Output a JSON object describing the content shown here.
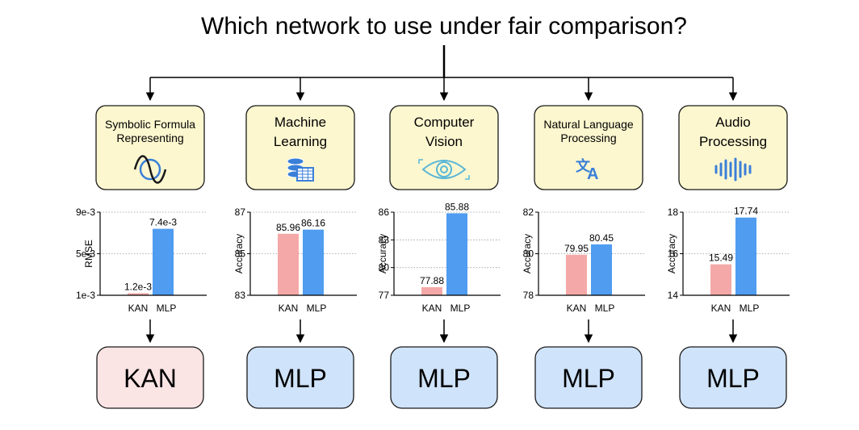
{
  "title": "Which network to use under fair comparison?",
  "colors": {
    "card_fill": "#fdf7cf",
    "kan_bar": "#f4a9a8",
    "mlp_bar": "#4f9cf0",
    "kan_result": "#fbe4e4",
    "mlp_result": "#cfe3fa",
    "icon_blue": "#3a7fd8"
  },
  "panels": [
    {
      "category_lines": [
        "Symbolic Formula",
        "Representing"
      ],
      "icon": "sine-wave-icon",
      "result": "KAN",
      "result_kind": "kan"
    },
    {
      "category_lines": [
        "Machine",
        "Learning"
      ],
      "icon": "database-table-icon",
      "result": "MLP",
      "result_kind": "mlp"
    },
    {
      "category_lines": [
        "Computer",
        "Vision"
      ],
      "icon": "eye-icon",
      "result": "MLP",
      "result_kind": "mlp"
    },
    {
      "category_lines": [
        "Natural Language",
        "Processing"
      ],
      "icon": "translate-icon",
      "result": "MLP",
      "result_kind": "mlp"
    },
    {
      "category_lines": [
        "Audio",
        "Processing"
      ],
      "icon": "sound-wave-icon",
      "result": "MLP",
      "result_kind": "mlp"
    }
  ],
  "chart_data": [
    {
      "type": "bar",
      "categories": [
        "KAN",
        "MLP"
      ],
      "values": [
        0.0012,
        0.0074
      ],
      "value_labels": [
        "1.2e-3",
        "7.4e-3"
      ],
      "ylabel": "RMSE",
      "ylim": [
        0.001,
        0.009
      ],
      "yticks": [
        0.001,
        0.005,
        0.009
      ],
      "ytick_labels": [
        "1e-3",
        "5e-3",
        "9e-3"
      ],
      "grid": true
    },
    {
      "type": "bar",
      "categories": [
        "KAN",
        "MLP"
      ],
      "values": [
        85.96,
        86.16
      ],
      "value_labels": [
        "85.96",
        "86.16"
      ],
      "ylabel": "Accuracy",
      "ylim": [
        83,
        87
      ],
      "yticks": [
        83,
        85,
        87
      ],
      "ytick_labels": [
        "83",
        "85",
        "87"
      ],
      "grid": true
    },
    {
      "type": "bar",
      "categories": [
        "KAN",
        "MLP"
      ],
      "values": [
        77.88,
        85.88
      ],
      "value_labels": [
        "77.88",
        "85.88"
      ],
      "ylabel": "Accuracy",
      "ylim": [
        77,
        86
      ],
      "yticks": [
        77,
        80,
        83,
        86
      ],
      "ytick_labels": [
        "77",
        "80",
        "83",
        "86"
      ],
      "grid": true
    },
    {
      "type": "bar",
      "categories": [
        "KAN",
        "MLP"
      ],
      "values": [
        79.95,
        80.45
      ],
      "value_labels": [
        "79.95",
        "80.45"
      ],
      "ylabel": "Accuracy",
      "ylim": [
        78,
        82
      ],
      "yticks": [
        78,
        80,
        82
      ],
      "ytick_labels": [
        "78",
        "80",
        "82"
      ],
      "grid": true
    },
    {
      "type": "bar",
      "categories": [
        "KAN",
        "MLP"
      ],
      "values": [
        15.49,
        17.74
      ],
      "value_labels": [
        "15.49",
        "17.74"
      ],
      "ylabel": "Accuracy",
      "ylim": [
        14,
        18
      ],
      "yticks": [
        14,
        16,
        18
      ],
      "ytick_labels": [
        "14",
        "16",
        "18"
      ],
      "grid": true
    }
  ]
}
